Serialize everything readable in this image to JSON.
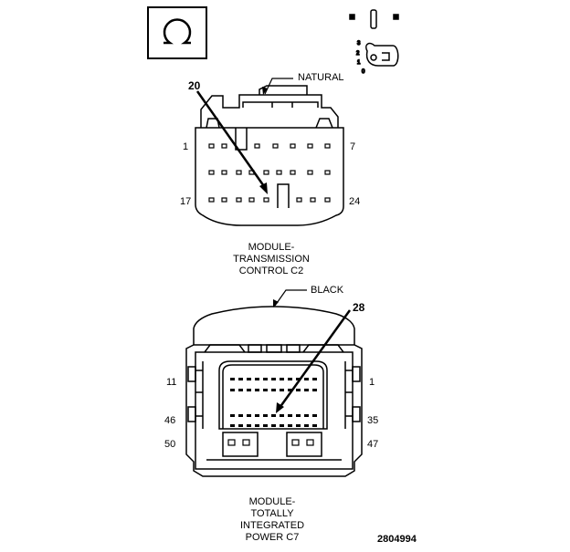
{
  "connector_c2": {
    "color_label": "NATURAL",
    "callout_pin": "20",
    "pin_first_top": "1",
    "pin_last_top": "7",
    "pin_first_bottom": "17",
    "pin_last_bottom": "24",
    "title_lines": [
      "MODULE-",
      "TRANSMISSION",
      "CONTROL C2"
    ]
  },
  "connector_c7": {
    "color_label": "BLACK",
    "callout_pin": "28",
    "pin_top_left": "11",
    "pin_top_right": "1",
    "pin_mid_left": "46",
    "pin_mid_right": "35",
    "pin_bottom_left": "50",
    "pin_bottom_right": "47",
    "title_lines": [
      "MODULE-",
      "TOTALLY",
      "INTEGRATED",
      "POWER C7"
    ]
  },
  "figure_number": "2804994",
  "icons": [
    "omega-symbol-icon",
    "terminal-probe-icon"
  ]
}
